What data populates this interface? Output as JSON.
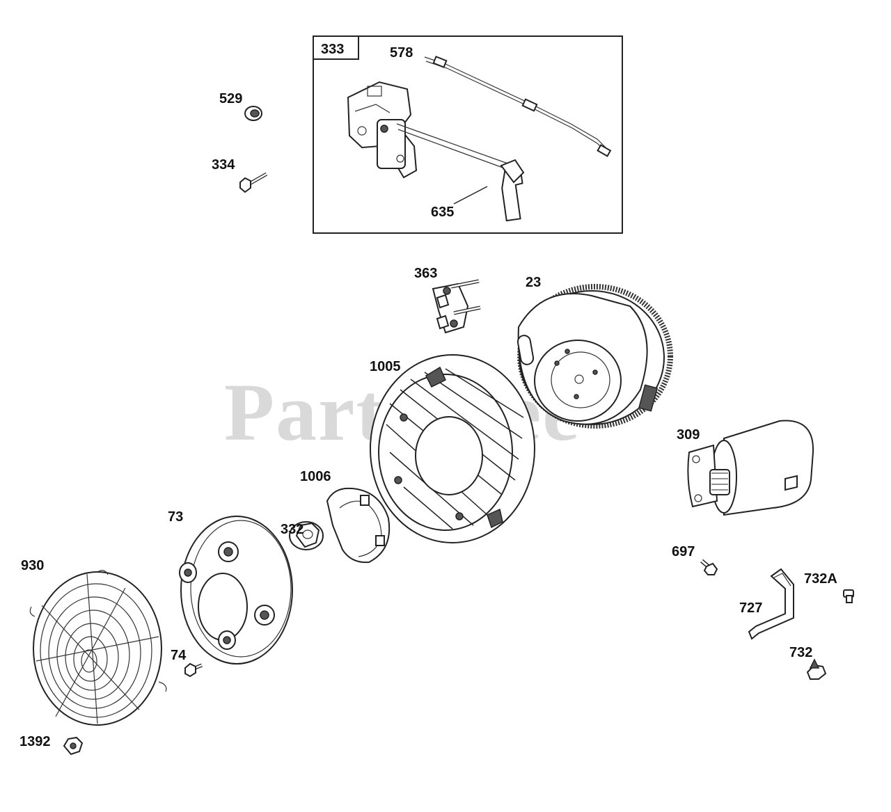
{
  "watermark": "PartsTree",
  "group_box": {
    "label": "333"
  },
  "labels": {
    "p578": "578",
    "p529": "529",
    "p334": "334",
    "p635": "635",
    "p363": "363",
    "p23": "23",
    "p1005": "1005",
    "p309": "309",
    "p1006": "1006",
    "p73": "73",
    "p332": "332",
    "p930": "930",
    "p697": "697",
    "p732A": "732A",
    "p727": "727",
    "p74": "74",
    "p732": "732",
    "p1392": "1392"
  }
}
